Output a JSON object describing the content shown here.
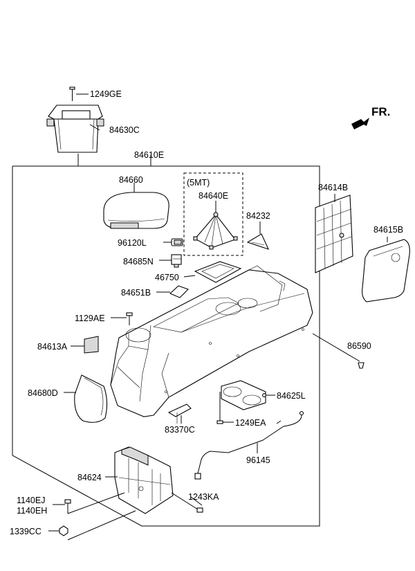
{
  "diagram": {
    "orientation": "FR.",
    "group_5mt": "(5MT)",
    "parts": [
      {
        "id": "1249GE"
      },
      {
        "id": "84630C"
      },
      {
        "id": "84610E"
      },
      {
        "id": "84660"
      },
      {
        "id": "84640E"
      },
      {
        "id": "84232"
      },
      {
        "id": "96120L"
      },
      {
        "id": "84685N"
      },
      {
        "id": "46750"
      },
      {
        "id": "84651B"
      },
      {
        "id": "1129AE"
      },
      {
        "id": "84613A"
      },
      {
        "id": "84680D"
      },
      {
        "id": "84614B"
      },
      {
        "id": "84615B"
      },
      {
        "id": "86590"
      },
      {
        "id": "84625L"
      },
      {
        "id": "1249EA"
      },
      {
        "id": "83370C"
      },
      {
        "id": "96145"
      },
      {
        "id": "84624"
      },
      {
        "id": "1243KA"
      },
      {
        "id": "1140EJ"
      },
      {
        "id": "1140EH"
      },
      {
        "id": "1339CC"
      }
    ]
  }
}
